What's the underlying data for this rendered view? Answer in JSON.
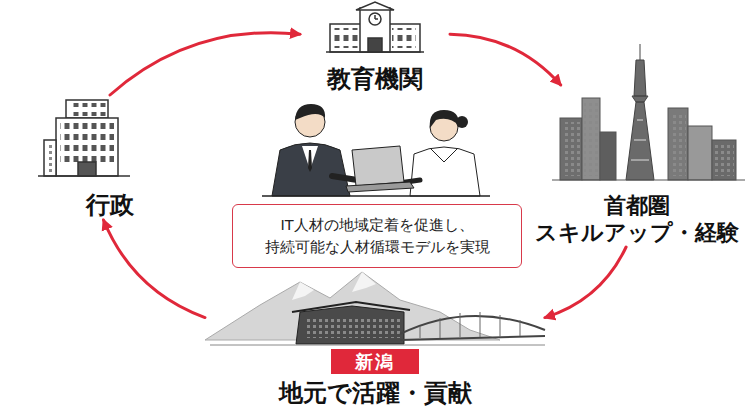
{
  "diagram": {
    "nodes": [
      {
        "text": [
          "教育機関"
        ]
      },
      {
        "text": [
          "行政"
        ]
      },
      {
        "text": [
          "首都圏 スキルアップ・経験"
        ]
      },
      {
        "text": [
          "IT人材の地域定着を促進し、 持続可能な人材循環モデルを実現"
        ]
      },
      {
        "text": [
          "新潟",
          "地元で活躍・貢献"
        ]
      }
    ],
    "edges": [
      {
        "from": 0,
        "to": 2,
        "arrow": "to"
      },
      {
        "from": 2,
        "to": 4,
        "arrow": "to"
      },
      {
        "from": 4,
        "to": 1,
        "arrow": "to"
      },
      {
        "from": 1,
        "to": 0,
        "arrow": "to"
      }
    ]
  }
}
